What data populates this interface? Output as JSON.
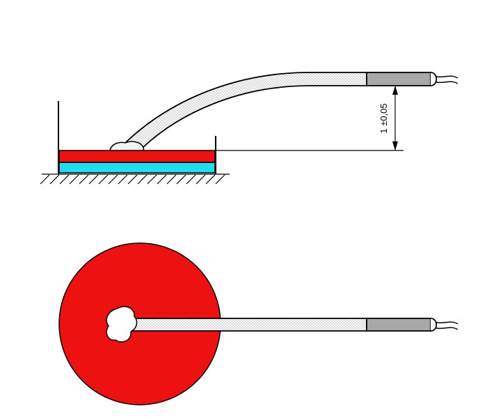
{
  "dimension": {
    "label": "1 ±0,05"
  },
  "colors": {
    "disc": "#ee1111",
    "base_layer": "#22ddee",
    "wire_tip": "#a8a8a8",
    "line": "#000000",
    "wire_fill": "#f7f7f7",
    "stipple": "#777777"
  },
  "views": {
    "side": "side-view",
    "top": "top-view"
  }
}
